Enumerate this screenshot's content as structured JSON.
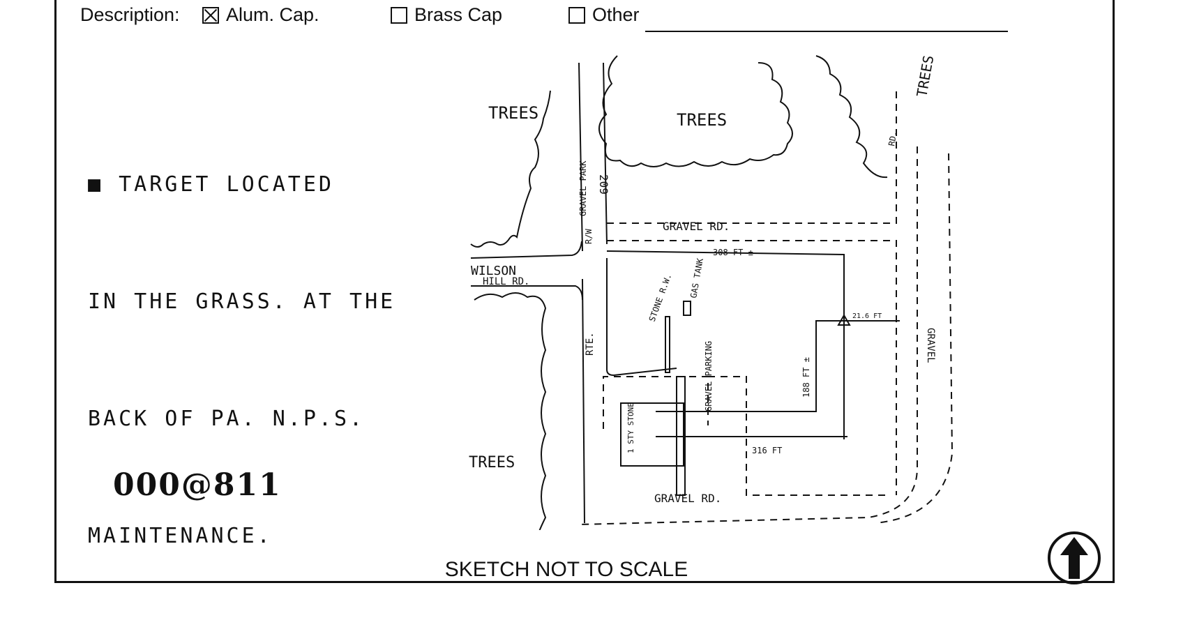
{
  "description": {
    "label": "Description:",
    "options": [
      {
        "label": "Alum. Cap.",
        "checked": true
      },
      {
        "label": "Brass Cap",
        "checked": false
      },
      {
        "label": "Other",
        "checked": false
      }
    ]
  },
  "notes": {
    "lines": [
      "■ TARGET LOCATED",
      "IN THE GRASS. AT THE",
      "BACK OF PA. N.P.S.",
      "MAINTENANCE."
    ]
  },
  "station_id": "000@811",
  "sketch": {
    "footer": "SKETCH NOT TO SCALE",
    "labels": {
      "trees_left_top": "TREES",
      "trees_mid_top": "TREES",
      "trees_right": "TREES",
      "trees_left_bottom": "TREES",
      "gravel_parking_top": "GRAVEL PARK",
      "route": "209",
      "row": "R/W",
      "gravel_rd_top": "GRAVEL RD.",
      "dist_top": "308 FT ±",
      "wilson": "WILSON",
      "hill_rd": "HILL RD.",
      "stone_rw": "STONE R.W.",
      "gas_tank": "GAS TANK",
      "rte": "RTE.",
      "gravel_parking": "GRAVEL PARKING",
      "dist_side": "188 FT ±",
      "bldg": "1 STY STONE",
      "dist_bottom": "316 FT",
      "gravel_rd_bottom": "GRAVEL RD.",
      "rd_right": "RD.",
      "gravel_right": "GRAVEL",
      "dist_small": "21.6 FT"
    }
  }
}
